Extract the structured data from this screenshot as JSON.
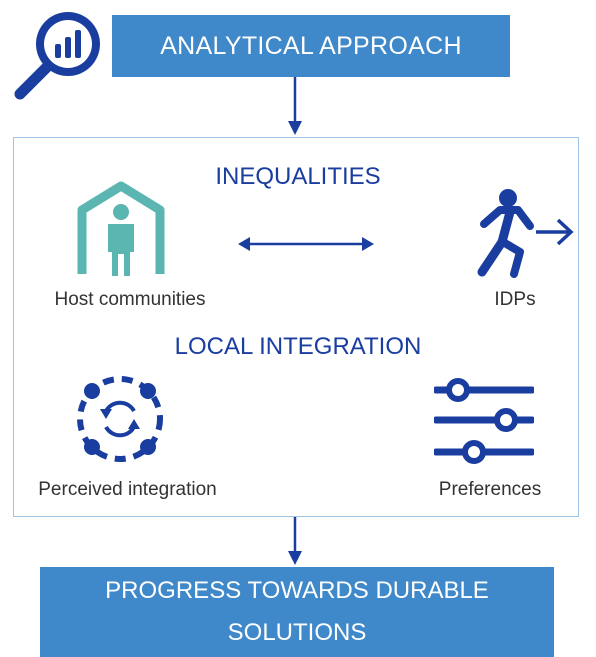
{
  "top_banner": {
    "text": "ANALYTICAL APPROACH"
  },
  "panel": {
    "inequalities_heading": "INEQUALITIES",
    "local_integration_heading": "LOCAL INTEGRATION",
    "host_label": "Host communities",
    "idp_label": "IDPs",
    "perceived_label": "Perceived integration",
    "preferences_label": "Preferences"
  },
  "bottom_banner": {
    "line1": "PROGRESS TOWARDS DURABLE",
    "line2": "SOLUTIONS"
  },
  "colors": {
    "banner": "#3f88c9",
    "dark_blue": "#1a3da0",
    "teal": "#5bb5b0",
    "panel_border": "#9fc3e3"
  },
  "icons": [
    "magnifier-chart-icon",
    "house-person-icon",
    "running-person-icon",
    "cycle-dots-icon",
    "sliders-icon"
  ]
}
